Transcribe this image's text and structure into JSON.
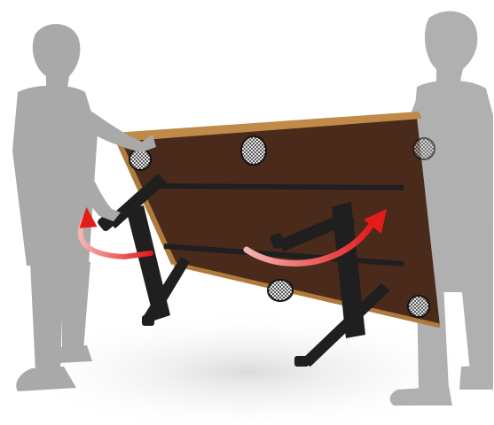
{
  "illustration": {
    "subject": "two-people-flipping-table",
    "colors": {
      "person": "#a9a9a9",
      "person_dark": "#9a9a9a",
      "table_top": "#4a2a1b",
      "table_edge": "#b07a3c",
      "leg": "#1f1f1f",
      "pocket": "#ffffff",
      "arrow": "#e31b1b"
    },
    "icons": [
      "rotate-arrow-left",
      "rotate-arrow-right"
    ]
  }
}
